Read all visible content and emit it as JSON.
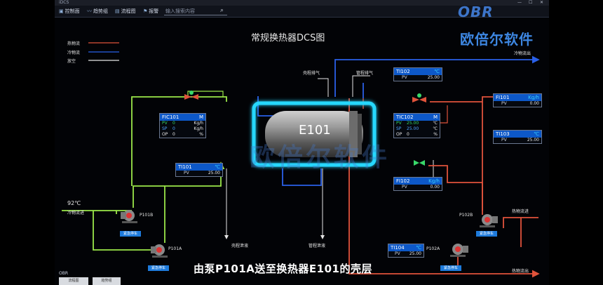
{
  "window": {
    "title": "iDCS",
    "controls": [
      "—",
      "☐",
      "✕"
    ]
  },
  "toolbar": {
    "items": [
      {
        "icon": "control-icon",
        "glyph": "▣",
        "label": "控制面"
      },
      {
        "icon": "trend-icon",
        "glyph": "〰",
        "label": "趋势组"
      },
      {
        "icon": "flow-icon",
        "glyph": "▤",
        "label": "流程图"
      },
      {
        "icon": "alarm-icon",
        "glyph": "⚑",
        "label": "报警"
      }
    ],
    "search_placeholder": "输入搜索内容"
  },
  "brand": {
    "logo": "OBR",
    "name_cn": "欧倍尔软件"
  },
  "diagram": {
    "title": "常规换热器DCS图",
    "legend": [
      {
        "label": "热物流",
        "color": "#e0533b"
      },
      {
        "label": "冷物流",
        "color": "#2a60e8"
      },
      {
        "label": "放空",
        "color": "#e6e6e6"
      }
    ],
    "labels": {
      "cold_out": "冷物流出",
      "shell_vent": "壳程排气",
      "tube_vent": "管程排气",
      "cold_in_temp": "92℃",
      "cold_in": "冷物流进",
      "shell_drain": "壳程泄液",
      "tube_drain": "管程泄液",
      "hot_in": "热物流进",
      "hot_out": "热物流出",
      "p101a": "P101A",
      "p101b": "P101B",
      "p102a": "P102A",
      "p102b": "P102B",
      "estop": "紧急停车"
    },
    "heater_label": "E101",
    "instruments": {
      "fic101": {
        "tag": "FIC101",
        "mode": "M",
        "pv": "0",
        "pv_unit": "Kg/h",
        "sp": "0",
        "sp_unit": "Kg/h",
        "op": "0",
        "op_unit": "%"
      },
      "tic102": {
        "tag": "TIC102",
        "mode": "M",
        "pv": "25.00",
        "pv_unit": "℃",
        "sp": "25.00",
        "sp_unit": "℃",
        "op": "0",
        "op_unit": "%"
      },
      "ti101": {
        "tag": "TI101",
        "unit": "℃",
        "pv": "25.00"
      },
      "ti102": {
        "tag": "TI102",
        "unit": "℃",
        "pv": "25.00"
      },
      "fi101": {
        "tag": "FI101",
        "unit": "Kg/h",
        "pv": "0.00"
      },
      "ti103": {
        "tag": "TI103",
        "unit": "℃",
        "pv": "25.00"
      },
      "fi102": {
        "tag": "FI102",
        "unit": "Kg/h",
        "pv": "0.00"
      },
      "ti104": {
        "tag": "TI104",
        "unit": "℃",
        "pv": "25.00"
      }
    },
    "row_keys": {
      "pv": "PV",
      "sp": "SP",
      "op": "OP"
    }
  },
  "subtitle": "由泵P101A送至换热器E101的壳层",
  "watermark": "欧倍尔软件",
  "taskbar": {
    "logo": "OBR",
    "btn1": "流程图",
    "btn2": "趋势组"
  },
  "colors": {
    "hot": "#e0533b",
    "cold": "#2a60e8",
    "feed": "#9be84a",
    "vent": "#e6e6e6",
    "glow": "#27d8ff"
  }
}
